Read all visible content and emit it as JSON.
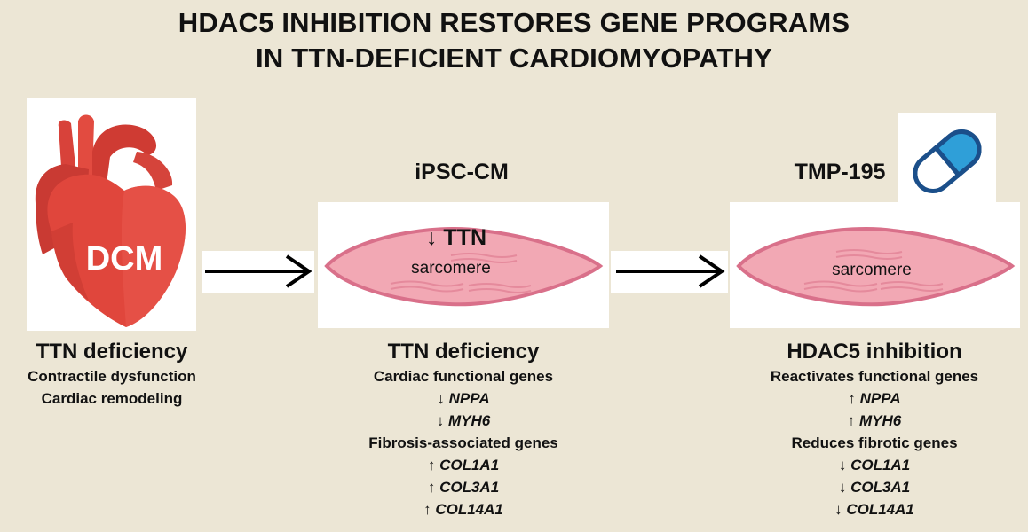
{
  "title": {
    "line1": "HDAC5 INHIBITION RESTORES GENE PROGRAMS",
    "line2": "IN TTN-DEFICIENT CARDIOMYOPATHY"
  },
  "heart": {
    "label": "DCM"
  },
  "middle": {
    "heading": "iPSC-CM",
    "cell_mark": "↓ TTN",
    "cell_label": "sarcomere"
  },
  "right": {
    "heading": "TMP-195",
    "cell_label": "sarcomere"
  },
  "left_text": {
    "title": "TTN deficiency",
    "lines": [
      "Contractile dysfunction",
      "Cardiac remodeling"
    ]
  },
  "middle_text": {
    "title": "TTN deficiency",
    "group1": "Cardiac functional genes",
    "genes1": [
      {
        "arrow": "↓",
        "gene": "NPPA"
      },
      {
        "arrow": "↓",
        "gene": "MYH6"
      }
    ],
    "group2": "Fibrosis-associated genes",
    "genes2": [
      {
        "arrow": "↑",
        "gene": "COL1A1"
      },
      {
        "arrow": "↑",
        "gene": "COL3A1"
      },
      {
        "arrow": "↑",
        "gene": "COL14A1"
      }
    ]
  },
  "right_text": {
    "title": "HDAC5 inhibition",
    "group1": "Reactivates functional genes",
    "genes1": [
      {
        "arrow": "↑",
        "gene": "NPPA"
      },
      {
        "arrow": "↑",
        "gene": "MYH6"
      }
    ],
    "group2": "Reduces fibrotic genes",
    "genes2": [
      {
        "arrow": "↓",
        "gene": "COL1A1"
      },
      {
        "arrow": "↓",
        "gene": "COL3A1"
      },
      {
        "arrow": "↓",
        "gene": "COL14A1"
      }
    ]
  },
  "colors": {
    "background": "#ece6d5",
    "heart": "#e0463c",
    "cell_fill": "#f2a8b4",
    "cell_stroke": "#d9708a",
    "pill_blue": "#2f9fd8"
  },
  "icons": [
    "heart-icon",
    "right-arrow-icon",
    "cardiomyocyte-icon",
    "pill-icon"
  ]
}
